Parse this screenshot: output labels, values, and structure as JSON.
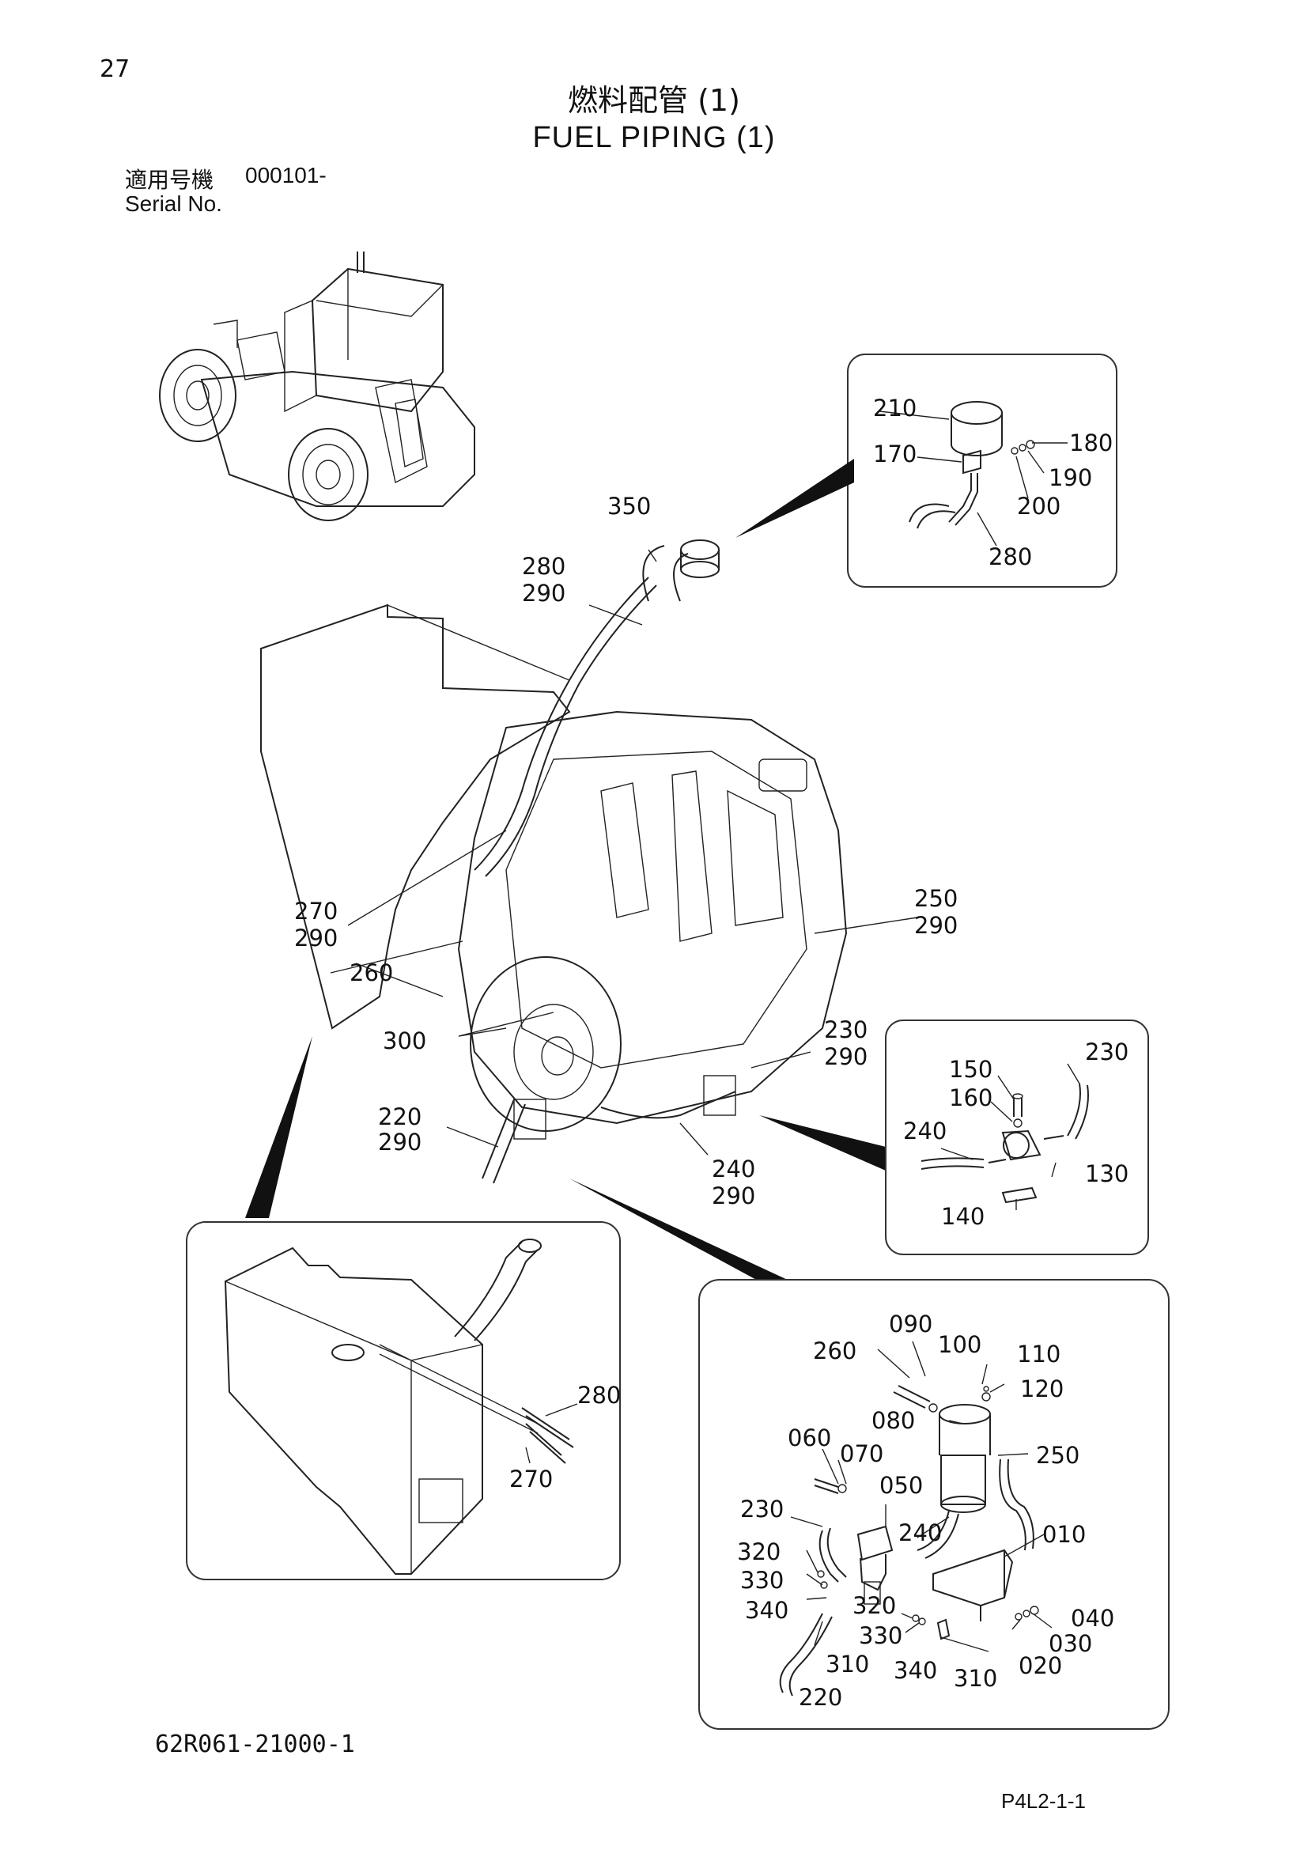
{
  "header": {
    "page_number": "27",
    "title_jp": "燃料配管 (1)",
    "title_en": "FUEL PIPING (1)",
    "serial_label_jp": "適用号機",
    "serial_value": "000101-",
    "serial_label_en": "Serial No."
  },
  "footer": {
    "part_code": "62R061-21000-1",
    "page_code": "P4L2-1-1"
  },
  "callouts": {
    "c350": "350",
    "c280a": "280",
    "c290a": "290",
    "c270a": "270",
    "c290b": "290",
    "c260a": "260",
    "c300": "300",
    "c220a": "220",
    "c290c": "290",
    "c250a": "250",
    "c290d": "290",
    "c230a": "230",
    "c290e": "290",
    "c240a": "240",
    "c290f": "290",
    "d210": "210",
    "d170": "170",
    "d180": "180",
    "d190": "190",
    "d200": "200",
    "d280": "280",
    "e150": "150",
    "e160": "160",
    "e230": "230",
    "e240": "240",
    "e130": "130",
    "e140": "140",
    "f280": "280",
    "f270": "270",
    "g090": "090",
    "g260": "260",
    "g100": "100",
    "g110": "110",
    "g120": "120",
    "g080": "080",
    "g060": "060",
    "g070": "070",
    "g250": "250",
    "g050": "050",
    "g230": "230",
    "g240": "240",
    "g010": "010",
    "g320a": "320",
    "g330a": "330",
    "g340a": "340",
    "g320b": "320",
    "g330b": "330",
    "g040": "040",
    "g030": "030",
    "g310a": "310",
    "g340b": "340",
    "g310b": "310",
    "g020": "020",
    "g220": "220"
  }
}
